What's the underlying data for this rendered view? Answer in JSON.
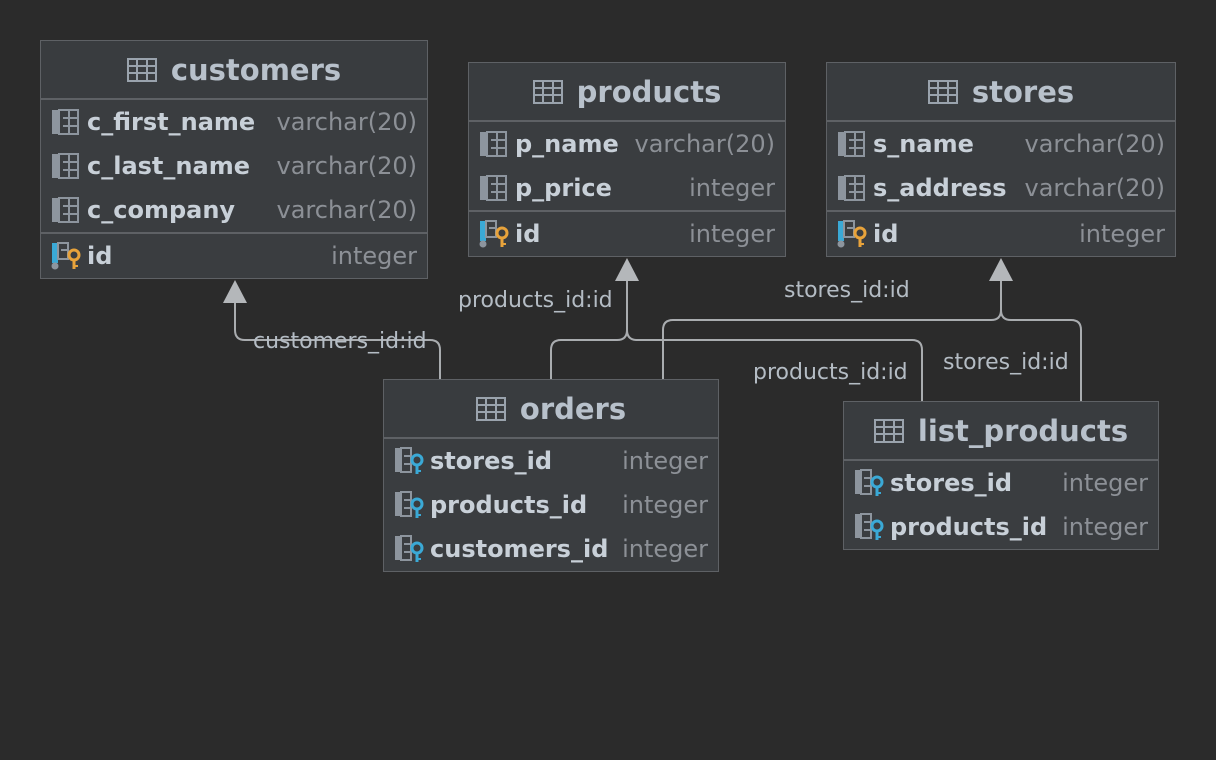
{
  "tables": {
    "customers": {
      "name": "customers",
      "columns": [
        {
          "name": "c_first_name",
          "type": "varchar(20)"
        },
        {
          "name": "c_last_name",
          "type": "varchar(20)"
        },
        {
          "name": "c_company",
          "type": "varchar(20)"
        }
      ],
      "keys": [
        {
          "name": "id",
          "type": "integer"
        }
      ]
    },
    "products": {
      "name": "products",
      "columns": [
        {
          "name": "p_name",
          "type": "varchar(20)"
        },
        {
          "name": "p_price",
          "type": "integer"
        }
      ],
      "keys": [
        {
          "name": "id",
          "type": "integer"
        }
      ]
    },
    "stores": {
      "name": "stores",
      "columns": [
        {
          "name": "s_name",
          "type": "varchar(20)"
        },
        {
          "name": "s_address",
          "type": "varchar(20)"
        }
      ],
      "keys": [
        {
          "name": "id",
          "type": "integer"
        }
      ]
    },
    "orders": {
      "name": "orders",
      "keys": [
        {
          "name": "stores_id",
          "type": "integer"
        },
        {
          "name": "products_id",
          "type": "integer"
        },
        {
          "name": "customers_id",
          "type": "integer"
        }
      ]
    },
    "list_products": {
      "name": "list_products",
      "keys": [
        {
          "name": "stores_id",
          "type": "integer"
        },
        {
          "name": "products_id",
          "type": "integer"
        }
      ]
    }
  },
  "relations": {
    "customers_id": "customers_id:id",
    "orders_products_id": "products_id:id",
    "stores_id_top": "stores_id:id",
    "list_products_products_id": "products_id:id",
    "list_products_stores_id": "stores_id:id"
  },
  "icons": {
    "table": "table-icon",
    "column": "column-icon",
    "primary_key": "primary-key-icon",
    "foreign_key": "foreign-key-icon"
  },
  "colors": {
    "background": "#2b2b2b",
    "table_fill": "#3a3d40",
    "border": "#5e6165",
    "connector": "#a9acaf",
    "primary_key": "#e8a33b",
    "foreign_key": "#3aa9d6"
  }
}
